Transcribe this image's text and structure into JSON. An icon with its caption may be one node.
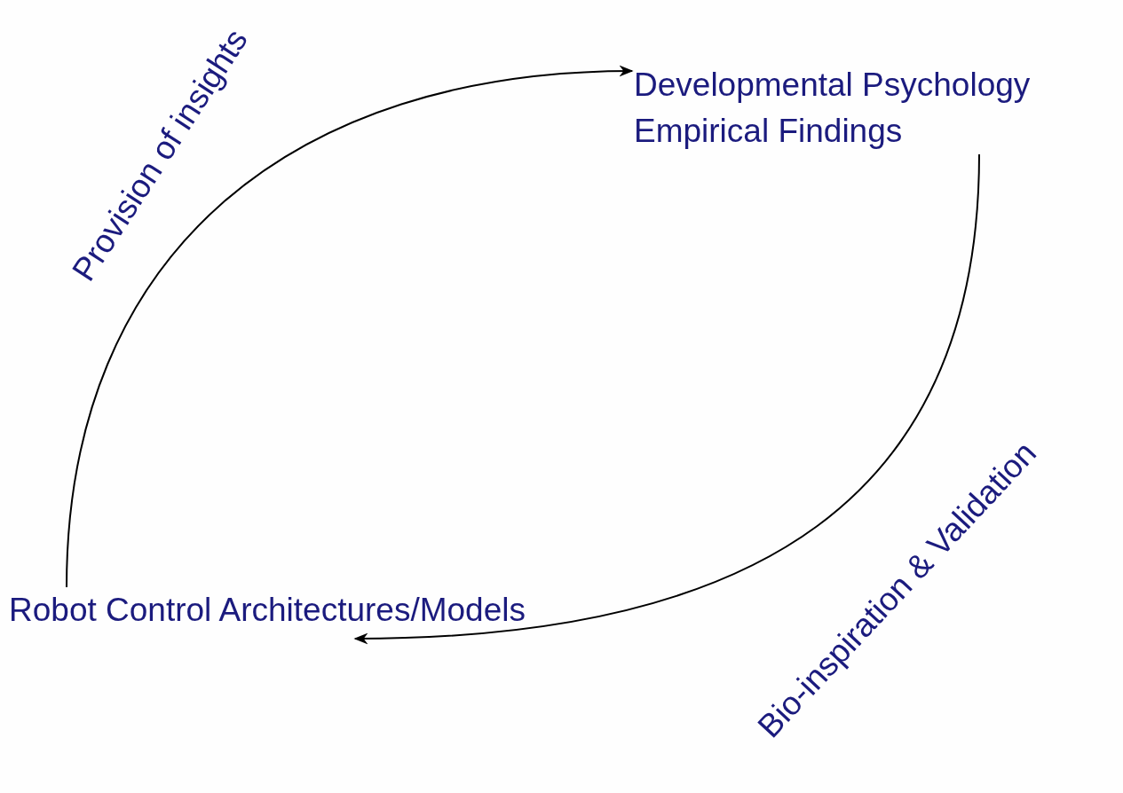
{
  "diagram": {
    "nodes": [
      {
        "text": [
          "Developmental Psychology Empirical Findings"
        ]
      },
      {
        "text": [
          "Robot Control Architectures/Models"
        ]
      }
    ],
    "edges": [
      {
        "from": 1,
        "to": 0,
        "arrow": "to",
        "label": "Provision of insights"
      },
      {
        "from": 0,
        "to": 1,
        "arrow": "to",
        "label": "Bio-inspiration & Validation"
      }
    ]
  }
}
